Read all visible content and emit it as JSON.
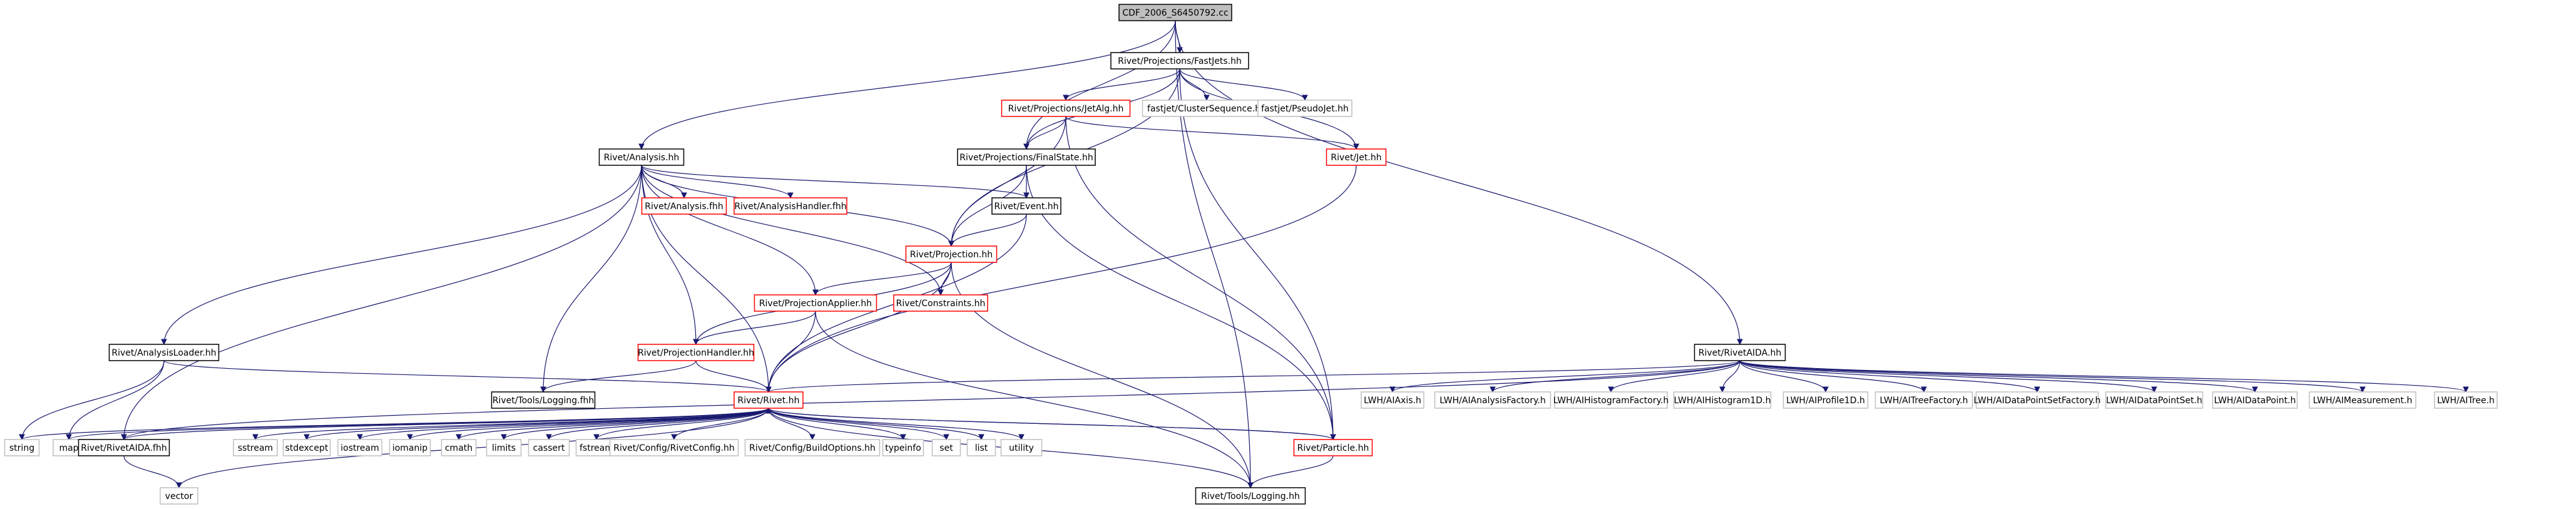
{
  "graph": {
    "root": "CDF_2006_S6450792.cc",
    "nodes": [
      {
        "id": "cc",
        "label": "CDF_2006_S6450792.cc",
        "style": "root"
      },
      {
        "id": "fastjets",
        "label": "Rivet/Projections/FastJets.hh",
        "style": "black"
      },
      {
        "id": "analysis",
        "label": "Rivet/Analysis.hh",
        "style": "black"
      },
      {
        "id": "rivetaida",
        "label": "Rivet/RivetAIDA.hh",
        "style": "black"
      },
      {
        "id": "jetalg",
        "label": "Rivet/Projections/JetAlg.hh",
        "style": "red"
      },
      {
        "id": "clusterseq",
        "label": "fastjet/ClusterSequence.hh",
        "style": "grey"
      },
      {
        "id": "pseudojet",
        "label": "fastjet/PseudoJet.hh",
        "style": "grey"
      },
      {
        "id": "finalstate",
        "label": "Rivet/Projections/FinalState.hh",
        "style": "black"
      },
      {
        "id": "jet",
        "label": "Rivet/Jet.hh",
        "style": "red"
      },
      {
        "id": "analysisfhh",
        "label": "Rivet/Analysis.fhh",
        "style": "red"
      },
      {
        "id": "analysishandlerfhh",
        "label": "Rivet/AnalysisHandler.fhh",
        "style": "red"
      },
      {
        "id": "event",
        "label": "Rivet/Event.hh",
        "style": "black"
      },
      {
        "id": "projection",
        "label": "Rivet/Projection.hh",
        "style": "red"
      },
      {
        "id": "projapplier",
        "label": "Rivet/ProjectionApplier.hh",
        "style": "red"
      },
      {
        "id": "constraints",
        "label": "Rivet/Constraints.hh",
        "style": "red"
      },
      {
        "id": "analysisloader",
        "label": "Rivet/AnalysisLoader.hh",
        "style": "black"
      },
      {
        "id": "projhandler",
        "label": "Rivet/ProjectionHandler.hh",
        "style": "red"
      },
      {
        "id": "loggingfhh",
        "label": "Rivet/Tools/Logging.fhh",
        "style": "black"
      },
      {
        "id": "rivethh",
        "label": "Rivet/Rivet.hh",
        "style": "red"
      },
      {
        "id": "string",
        "label": "string",
        "style": "grey"
      },
      {
        "id": "map",
        "label": "map",
        "style": "grey"
      },
      {
        "id": "rivetaidafhh",
        "label": "Rivet/RivetAIDA.fhh",
        "style": "black"
      },
      {
        "id": "sstream",
        "label": "sstream",
        "style": "grey"
      },
      {
        "id": "stdexcept",
        "label": "stdexcept",
        "style": "grey"
      },
      {
        "id": "iostream",
        "label": "iostream",
        "style": "grey"
      },
      {
        "id": "iomanip",
        "label": "iomanip",
        "style": "grey"
      },
      {
        "id": "cmath",
        "label": "cmath",
        "style": "grey"
      },
      {
        "id": "limits",
        "label": "limits",
        "style": "grey"
      },
      {
        "id": "cassert",
        "label": "cassert",
        "style": "grey"
      },
      {
        "id": "fstream",
        "label": "fstream",
        "style": "grey"
      },
      {
        "id": "rivetconfig",
        "label": "Rivet/Config/RivetConfig.hh",
        "style": "grey"
      },
      {
        "id": "buildoptions",
        "label": "Rivet/Config/BuildOptions.hh",
        "style": "grey"
      },
      {
        "id": "typeinfo",
        "label": "typeinfo",
        "style": "grey"
      },
      {
        "id": "set",
        "label": "set",
        "style": "grey"
      },
      {
        "id": "list",
        "label": "list",
        "style": "grey"
      },
      {
        "id": "utility",
        "label": "utility",
        "style": "grey"
      },
      {
        "id": "particle",
        "label": "Rivet/Particle.hh",
        "style": "red"
      },
      {
        "id": "vector",
        "label": "vector",
        "style": "grey"
      },
      {
        "id": "logginghh",
        "label": "Rivet/Tools/Logging.hh",
        "style": "black"
      },
      {
        "id": "iaxis",
        "label": "LWH/AIAxis.h",
        "style": "grey"
      },
      {
        "id": "ianalysisfactory",
        "label": "LWH/AIAnalysisFactory.h",
        "style": "grey"
      },
      {
        "id": "ihistogramfactory",
        "label": "LWH/AIHistogramFactory.h",
        "style": "grey"
      },
      {
        "id": "ihistogram1d",
        "label": "LWH/AIHistogram1D.h",
        "style": "grey"
      },
      {
        "id": "iprofile1d",
        "label": "LWH/AIProfile1D.h",
        "style": "grey"
      },
      {
        "id": "itreefactory",
        "label": "LWH/AITreeFactory.h",
        "style": "grey"
      },
      {
        "id": "idatapointsetfactory",
        "label": "LWH/AIDataPointSetFactory.h",
        "style": "grey"
      },
      {
        "id": "idatapointset",
        "label": "LWH/AIDataPointSet.h",
        "style": "grey"
      },
      {
        "id": "idatapoint",
        "label": "LWH/AIDataPoint.h",
        "style": "grey"
      },
      {
        "id": "imeasurement",
        "label": "LWH/AIMeasurement.h",
        "style": "grey"
      },
      {
        "id": "itree",
        "label": "LWH/AITree.h",
        "style": "grey"
      }
    ],
    "edges": [
      [
        "cc",
        "fastjets"
      ],
      [
        "cc",
        "analysis"
      ],
      [
        "cc",
        "rivetaida"
      ],
      [
        "cc",
        "logginghh"
      ],
      [
        "cc",
        "finalstate"
      ],
      [
        "fastjets",
        "jetalg"
      ],
      [
        "fastjets",
        "clusterseq"
      ],
      [
        "fastjets",
        "pseudojet"
      ],
      [
        "fastjets",
        "finalstate"
      ],
      [
        "fastjets",
        "jet"
      ],
      [
        "fastjets",
        "particle"
      ],
      [
        "fastjets",
        "projection"
      ],
      [
        "jetalg",
        "finalstate"
      ],
      [
        "jetalg",
        "jet"
      ],
      [
        "jetalg",
        "projection"
      ],
      [
        "jetalg",
        "particle"
      ],
      [
        "finalstate",
        "event"
      ],
      [
        "finalstate",
        "projection"
      ],
      [
        "finalstate",
        "particle"
      ],
      [
        "jet",
        "rivethh"
      ],
      [
        "analysis",
        "analysisfhh"
      ],
      [
        "analysis",
        "analysishandlerfhh"
      ],
      [
        "analysis",
        "event"
      ],
      [
        "analysis",
        "projection"
      ],
      [
        "analysis",
        "projapplier"
      ],
      [
        "analysis",
        "constraints"
      ],
      [
        "analysis",
        "analysisloader"
      ],
      [
        "analysis",
        "projhandler"
      ],
      [
        "analysis",
        "loggingfhh"
      ],
      [
        "analysis",
        "rivethh"
      ],
      [
        "analysis",
        "rivetaidafhh"
      ],
      [
        "event",
        "projection"
      ],
      [
        "event",
        "rivethh"
      ],
      [
        "projection",
        "projapplier"
      ],
      [
        "projection",
        "constraints"
      ],
      [
        "projection",
        "projhandler"
      ],
      [
        "projection",
        "rivethh"
      ],
      [
        "projection",
        "logginghh"
      ],
      [
        "projapplier",
        "projhandler"
      ],
      [
        "projapplier",
        "rivethh"
      ],
      [
        "projapplier",
        "logginghh"
      ],
      [
        "projhandler",
        "loggingfhh"
      ],
      [
        "projhandler",
        "rivethh"
      ],
      [
        "analysisloader",
        "rivethh"
      ],
      [
        "analysisloader",
        "string"
      ],
      [
        "analysisloader",
        "map"
      ],
      [
        "rivethh",
        "string"
      ],
      [
        "rivethh",
        "map"
      ],
      [
        "rivethh",
        "rivetaidafhh"
      ],
      [
        "rivethh",
        "sstream"
      ],
      [
        "rivethh",
        "stdexcept"
      ],
      [
        "rivethh",
        "iostream"
      ],
      [
        "rivethh",
        "iomanip"
      ],
      [
        "rivethh",
        "cmath"
      ],
      [
        "rivethh",
        "limits"
      ],
      [
        "rivethh",
        "cassert"
      ],
      [
        "rivethh",
        "fstream"
      ],
      [
        "rivethh",
        "rivetconfig"
      ],
      [
        "rivethh",
        "buildoptions"
      ],
      [
        "rivethh",
        "typeinfo"
      ],
      [
        "rivethh",
        "set"
      ],
      [
        "rivethh",
        "list"
      ],
      [
        "rivethh",
        "utility"
      ],
      [
        "rivethh",
        "particle"
      ],
      [
        "rivethh",
        "vector"
      ],
      [
        "rivethh",
        "logginghh"
      ],
      [
        "rivetaidafhh",
        "vector"
      ],
      [
        "particle",
        "rivethh"
      ],
      [
        "particle",
        "logginghh"
      ],
      [
        "rivetaida",
        "rivethh"
      ],
      [
        "rivetaida",
        "rivetaidafhh"
      ],
      [
        "rivetaida",
        "iaxis"
      ],
      [
        "rivetaida",
        "ianalysisfactory"
      ],
      [
        "rivetaida",
        "ihistogramfactory"
      ],
      [
        "rivetaida",
        "ihistogram1d"
      ],
      [
        "rivetaida",
        "iprofile1d"
      ],
      [
        "rivetaida",
        "itreefactory"
      ],
      [
        "rivetaida",
        "idatapointsetfactory"
      ],
      [
        "rivetaida",
        "idatapointset"
      ],
      [
        "rivetaida",
        "idatapoint"
      ],
      [
        "rivetaida",
        "imeasurement"
      ],
      [
        "rivetaida",
        "itree"
      ]
    ]
  }
}
